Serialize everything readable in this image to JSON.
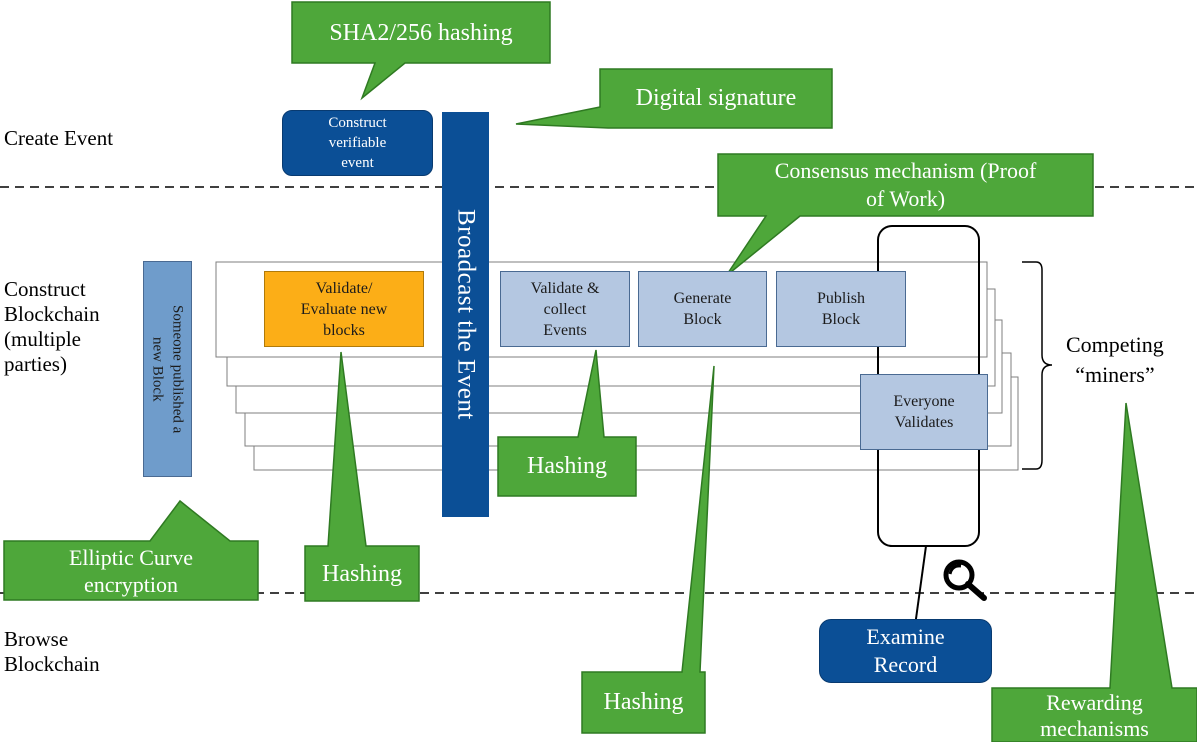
{
  "lanes": {
    "create": "Create Event",
    "construct": "Construct\nBlockchain\n(multiple\nparties)",
    "browse": "Browse\nBlockchain"
  },
  "steps": {
    "construct_event": "Construct\nverifiable\nevent",
    "broadcast": "Broadcast the Event",
    "someone_published": "Someone published a\nnew Block",
    "validate_evaluate": "Validate/\nEvaluate new\nblocks",
    "validate_collect": "Validate  &\ncollect\nEvents",
    "generate_block": "Generate\nBlock",
    "publish_block": "Publish\nBlock",
    "everyone_validates": "Everyone\nValidates",
    "examine_record": "Examine\nRecord",
    "competing_miners": "Competing\n“miners”"
  },
  "callouts": {
    "sha": "SHA2/256 hashing",
    "digital_signature": "Digital signature",
    "consensus": "Consensus mechanism (Proof\nof Work)",
    "hashing_collect": "Hashing",
    "elliptic": "Elliptic Curve\nencryption",
    "hashing_validate": "Hashing",
    "hashing_generate": "Hashing",
    "rewarding": "Rewarding\nmechanisms"
  },
  "colors": {
    "callout": "#4ea73a",
    "callout_border": "#2f7a22",
    "dark_blue": "#0b4f96",
    "light_blue": "#b4c7e1",
    "medium_blue": "#6f9ccb",
    "orange": "#fcae17"
  },
  "icons": {
    "examine": "magnifier-icon"
  }
}
